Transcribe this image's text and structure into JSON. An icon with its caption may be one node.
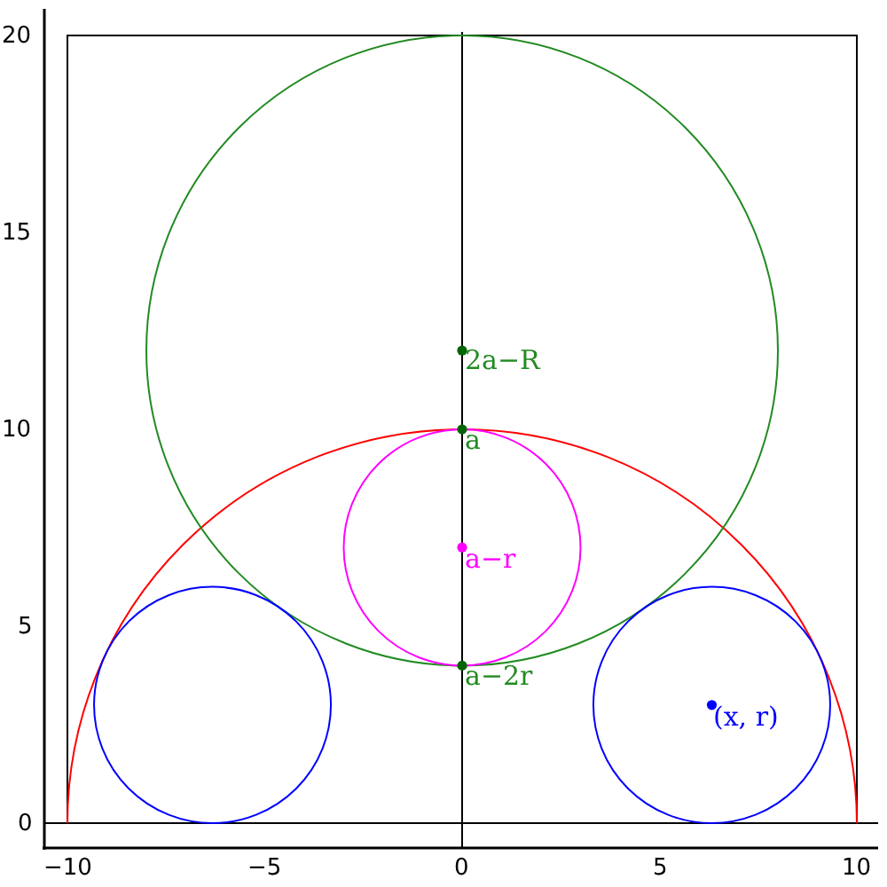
{
  "diagram": {
    "labels": [
      "20",
      "15",
      "2a−R",
      "10",
      "a",
      "a−r",
      "5",
      "a−2r",
      "(x, r)",
      "0",
      "−10",
      "−5",
      "0",
      "5",
      "10"
    ]
  }
}
